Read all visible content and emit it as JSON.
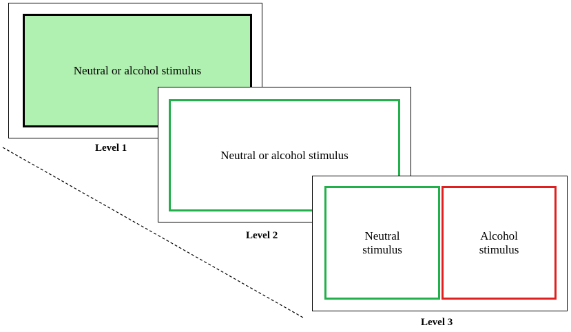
{
  "colors": {
    "level1_fill": "#b0f0b0",
    "neutral_frame": "#22b04a",
    "alcohol_frame": "#e02020",
    "outline": "#000000",
    "dashed_line": "#000000"
  },
  "levels": [
    {
      "label": "Level 1",
      "stimulus": "Neutral or alcohol stimulus"
    },
    {
      "label": "Level 2",
      "stimulus": "Neutral or alcohol stimulus"
    },
    {
      "label": "Level 3",
      "left_stimulus": "Neutral\nstimulus",
      "right_stimulus": "Alcohol\nstimulus"
    }
  ]
}
